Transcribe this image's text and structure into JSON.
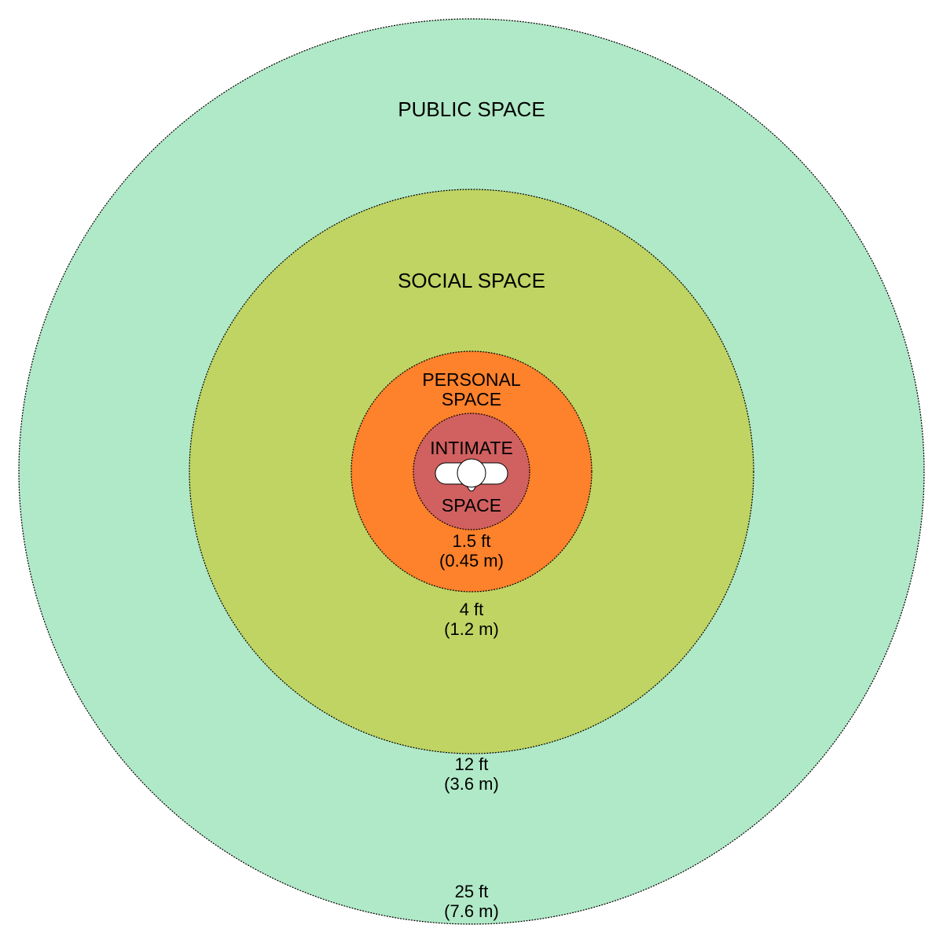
{
  "zones": {
    "public": {
      "label": "PUBLIC SPACE",
      "color": "#b0e9c7"
    },
    "social": {
      "label": "SOCIAL SPACE",
      "color": "#bfd463"
    },
    "personal": {
      "label_line1": "PERSONAL",
      "label_line2": "SPACE",
      "color": "#fe812b"
    },
    "intimate": {
      "label_line1": "INTIMATE",
      "label_line2": "SPACE",
      "color": "#d16060"
    }
  },
  "distances": {
    "intimate": {
      "ft": "1.5 ft",
      "m": "(0.45 m)"
    },
    "personal": {
      "ft": "4 ft",
      "m": "(1.2 m)"
    },
    "social": {
      "ft": "12 ft",
      "m": "(3.6 m)"
    },
    "public": {
      "ft": "25 ft",
      "m": "(7.6 m)"
    }
  },
  "icons": {
    "person": "person-top-view-icon"
  }
}
